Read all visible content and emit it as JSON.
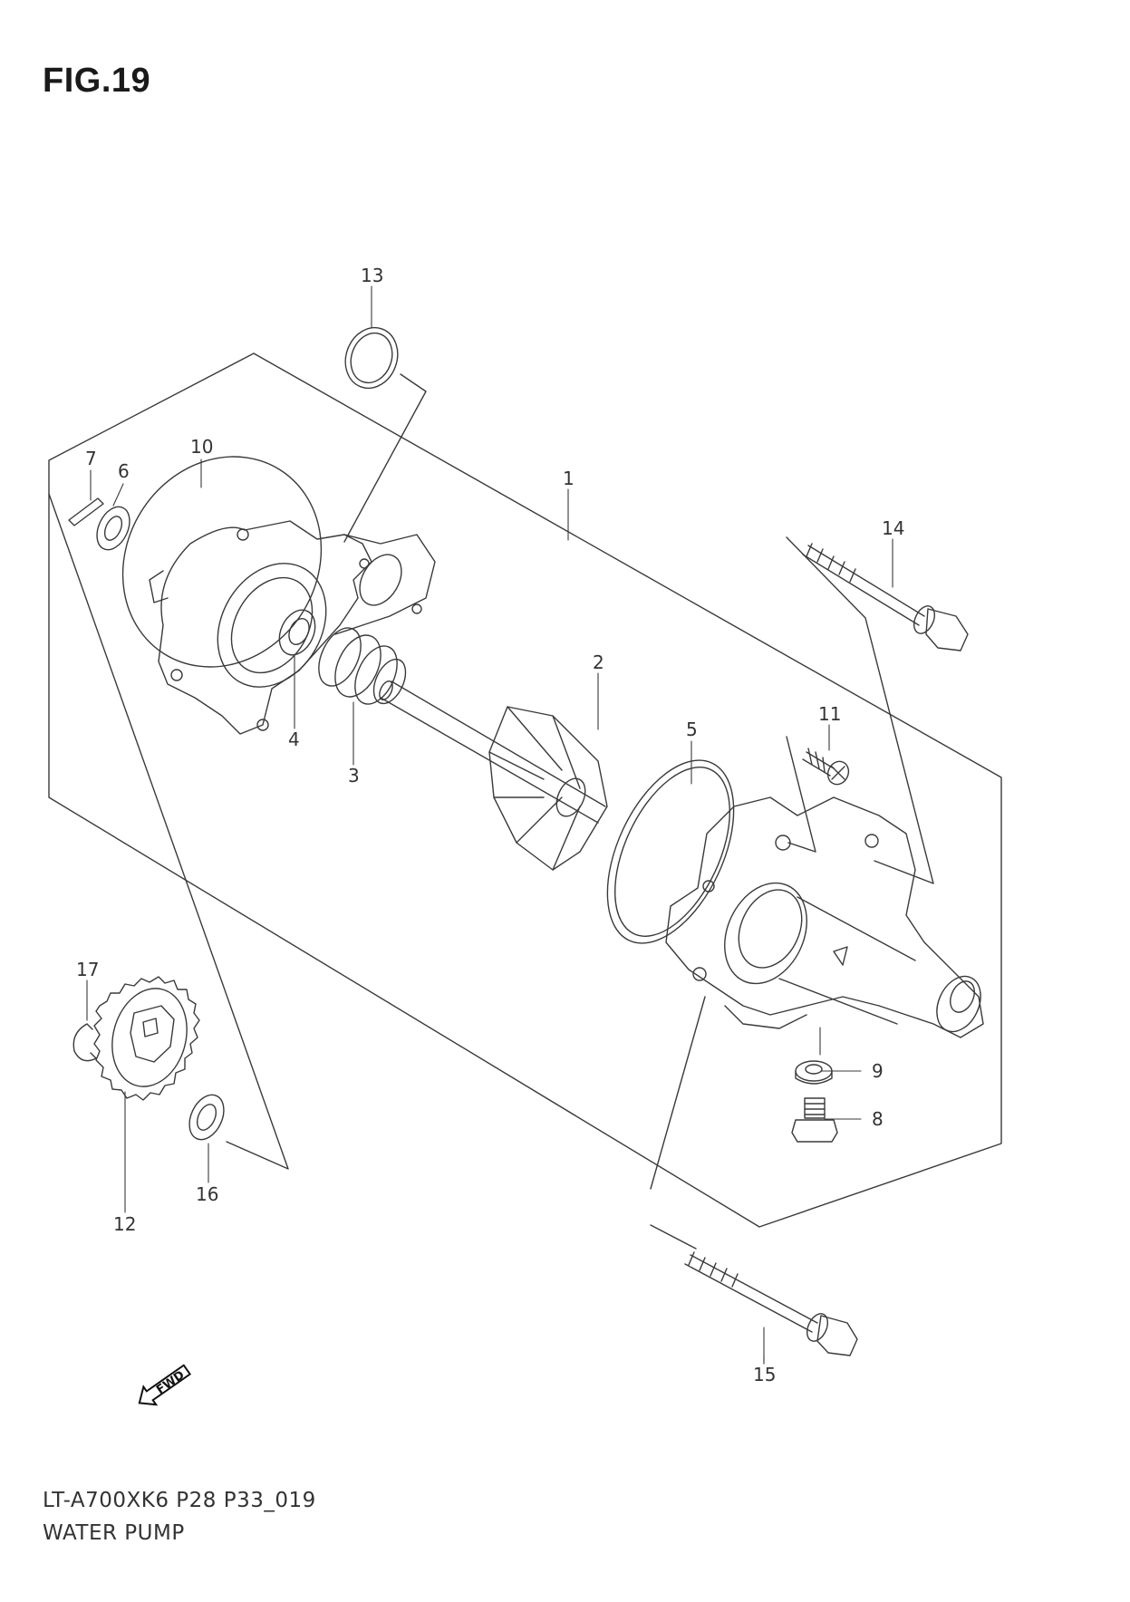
{
  "figure": {
    "title": "FIG.19",
    "model_code": "LT-A700XK6 P28 P33_019",
    "name": "WATER PUMP",
    "fwd_label": "FWD"
  },
  "callouts": {
    "c1": "1",
    "c2": "2",
    "c3": "3",
    "c4": "4",
    "c5": "5",
    "c6": "6",
    "c7": "7",
    "c8": "8",
    "c9": "9",
    "c10": "10",
    "c11": "11",
    "c12": "12",
    "c13": "13",
    "c14": "14",
    "c15": "15",
    "c16": "16",
    "c17": "17"
  },
  "colors": {
    "line": "#3a3a3a",
    "background": "#ffffff"
  }
}
